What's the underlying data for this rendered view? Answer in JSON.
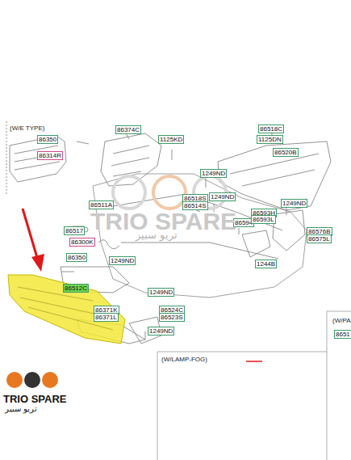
{
  "diagram": {
    "labels": [
      "(W/E TYPE)",
      "86350",
      "86314R",
      "86374C",
      "1125KD",
      "86518C",
      "1125DN",
      "86520B",
      "1249ND",
      "86511A",
      "86518S",
      "86514S",
      "1249ND",
      "1249ND",
      "86517",
      "86594",
      "86593H",
      "86593L",
      "86576B",
      "86575L",
      "86300K",
      "1249ND",
      "86350",
      "1244B",
      "1249ND",
      "86512C",
      "86371K",
      "86371L",
      "86524C",
      "86523S",
      "1249ND",
      "(W/LAMP-FOG)",
      "(W/PA",
      "8651",
      "TRIO SPARE",
      "تريو سبير",
      "TRIO SPARE",
      "تريو سبير"
    ]
  }
}
